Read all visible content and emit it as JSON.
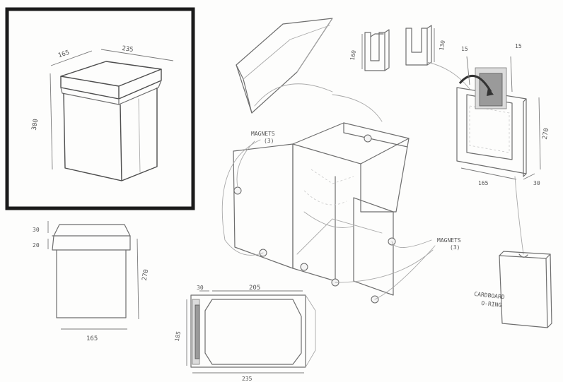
{
  "sketch": {
    "main_box": {
      "depth": "165",
      "width": "235",
      "height": "300"
    },
    "side_view": {
      "lid_height": "30",
      "lip_height": "20",
      "body_height": "270",
      "width": "165"
    },
    "top_view": {
      "edge": "30",
      "width": "205",
      "height": "185",
      "bottom": "235"
    },
    "slots": {
      "left_height": "160",
      "right_height": "130"
    },
    "holder": {
      "top_left": "15",
      "top_right": "15",
      "height": "270",
      "width": "165",
      "depth": "30"
    },
    "labels": {
      "magnets_upper": "MAGNETS",
      "magnets_upper_count": "(3)",
      "magnets_lower": "MAGNETS",
      "magnets_lower_count": "(3)",
      "cardboard": "CARDBOARD",
      "oring": "O-RING"
    }
  }
}
